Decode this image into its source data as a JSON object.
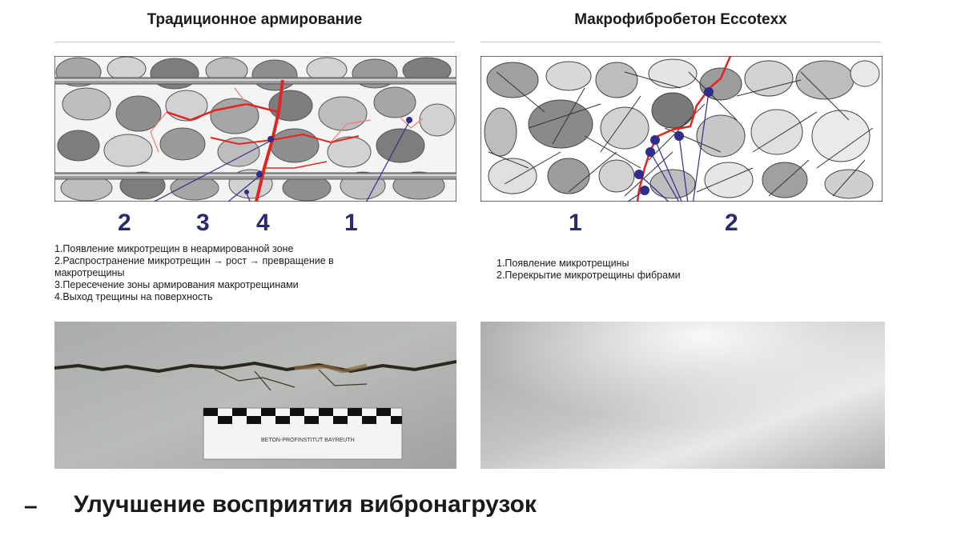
{
  "left": {
    "title": "Традиционное армирование",
    "callouts": [
      "2",
      "3",
      "4",
      "1"
    ],
    "legend": [
      "1.Появление микротрещин в неармированной зоне",
      "2.Распространение микротрещин → рост → превращение в",
      "макротрещины",
      "3.Пересечение зоны армирования макротрещинами",
      "4.Выход трещины на поверхность"
    ],
    "photo_caption": "BETON-PROFINSTITUT BAYREUTH"
  },
  "right": {
    "title": "Макрофибробетон Eccotexx",
    "callouts": [
      "1",
      "2"
    ],
    "legend": [
      "1.Появление микротрещины",
      "2.Перекрытие микротрещины фибрами"
    ]
  },
  "bottom": {
    "bullet": "–",
    "text": "Улучшение восприятия вибронагрузок"
  },
  "colors": {
    "crack_red": "#e0261e",
    "marker_blue": "#2e2e8a",
    "stone_dark": "#7d7d7d",
    "stone_mid": "#a6a6a6",
    "stone_light": "#d2d2d2"
  }
}
